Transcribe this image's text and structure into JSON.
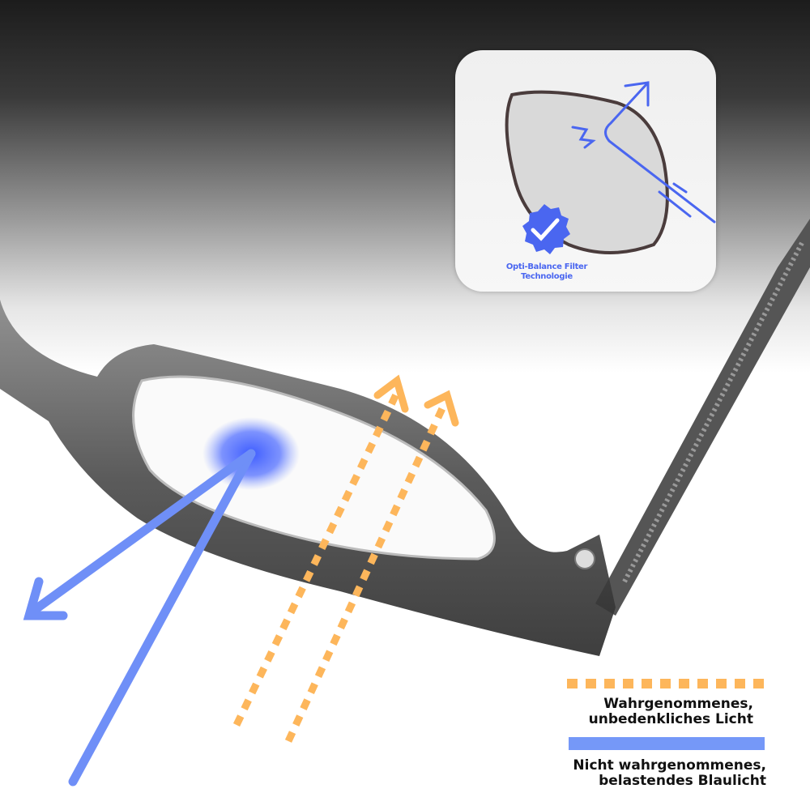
{
  "badge": {
    "caption_line1": "Opti-Balance Filter",
    "caption_line2": "Technologie",
    "icon": "check-seal-icon"
  },
  "legend": {
    "items": [
      {
        "line1": "Wahrgenommenes,",
        "line2": "unbedenkliches Licht",
        "style": "dotted",
        "color": "#fdb65b"
      },
      {
        "line1": "Nicht wahrgenommenes,",
        "line2": "belastendes Blaulicht",
        "style": "solid",
        "color": "#7598f8"
      }
    ]
  },
  "colors": {
    "blue_light": "#6f8ff7",
    "visible_light": "#fdb65b",
    "accent": "#4a66f0"
  }
}
